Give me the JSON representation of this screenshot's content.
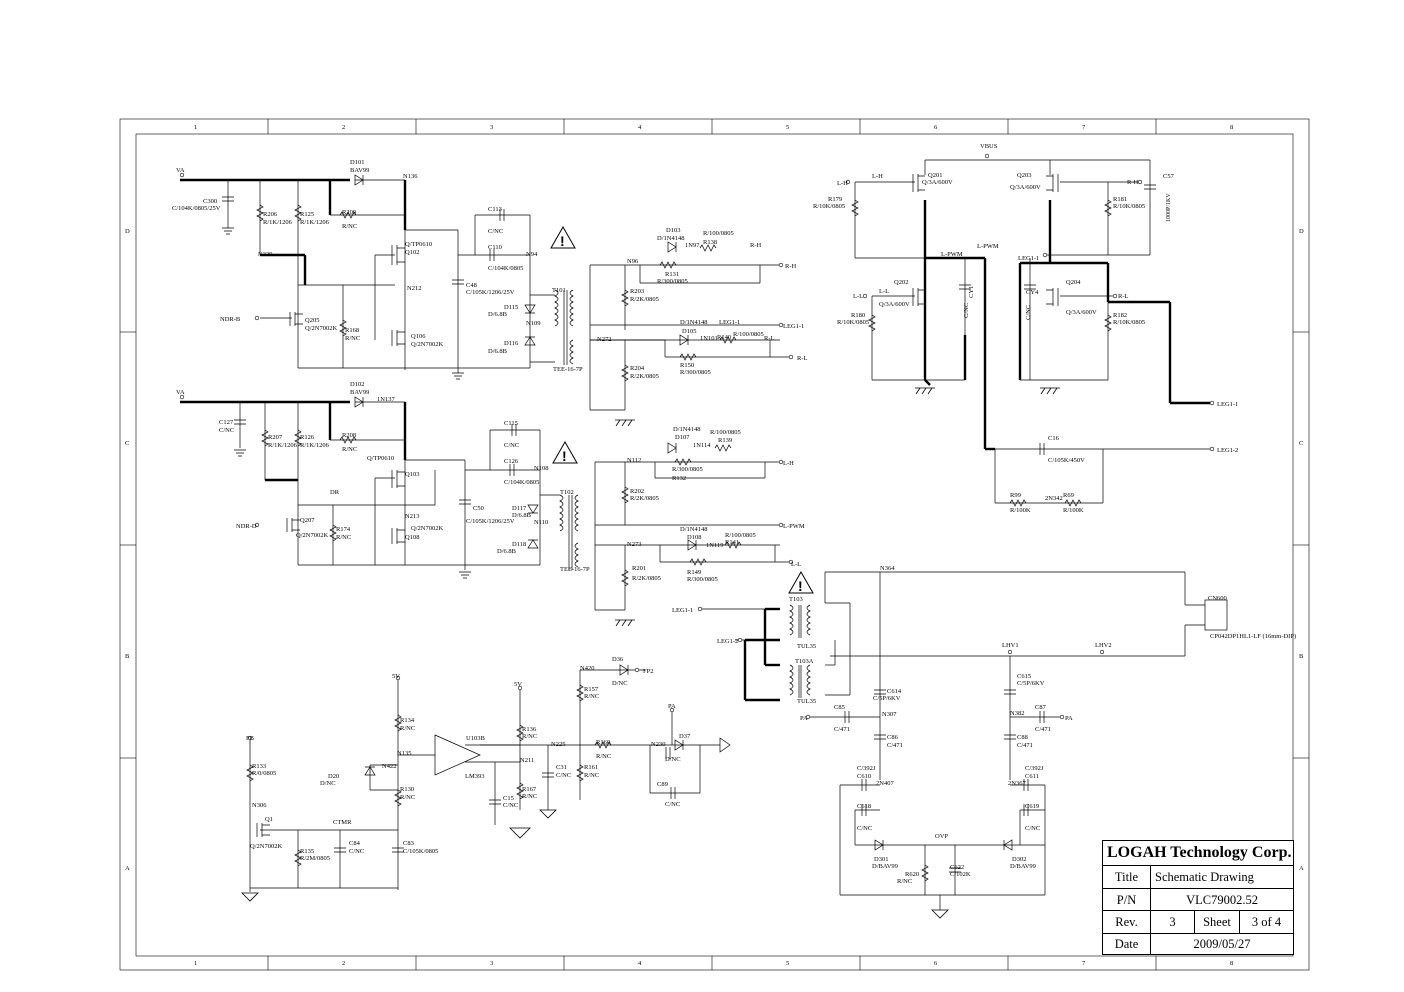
{
  "frame": {
    "col_labels": [
      "1",
      "2",
      "3",
      "4",
      "5",
      "6",
      "7",
      "8"
    ],
    "row_labels": [
      "D",
      "C",
      "B",
      "A"
    ]
  },
  "title_block": {
    "company": "LOGAH Technology Corp.",
    "title_label": "Title",
    "title_value": "Schematic Drawing",
    "pn_label": "P/N",
    "pn_value": "VLC79002.52",
    "rev_label": "Rev.",
    "rev_value": "3",
    "sheet_label": "Sheet",
    "sheet_value": "3  of  4",
    "date_label": "Date",
    "date_value": "2009/05/27"
  },
  "labels": {
    "va1": "VA",
    "d101": "D101",
    "bav99a": "BAV99",
    "n136": "N136",
    "c300": "C300",
    "c300v": "C/104K/0805/25V",
    "r206": "R206",
    "r206v": "R/1K/1206",
    "r125": "R125",
    "r125v": "R/1K/1206",
    "r209": "R209",
    "r209v": "R/NC",
    "n329": "N329",
    "q102v": "Q/TP0610",
    "q102": "Q102",
    "n212": "N212",
    "ndrb": "NDR-B",
    "q205": "Q205",
    "q205v": "Q/2N7002K",
    "r168": "R168",
    "r168v": "R/NC",
    "q106": "Q106",
    "q106v": "Q/2N7002K",
    "c113": "C113",
    "c113v": "C/NC",
    "c110": "C110",
    "c110v": "C/104K/0805",
    "n94": "N94",
    "c48": "C48",
    "c48v": "C/105K/1206/25V",
    "t101": "T101",
    "d115": "D115",
    "d115v": "D/6.8B",
    "n109": "N109",
    "d116": "D116",
    "d116v": "D/6.8B",
    "tee1": "TEE-16-7P",
    "d103": "D103",
    "d103v": "D/1N4148",
    "r138v": "R/100/0805",
    "r138": "R138",
    "rh1": "R-H",
    "n96": "N96",
    "n97": "1N97",
    "r131": "R131",
    "r131v": "R/300/0805",
    "r203": "R203",
    "r203v": "R/2K/0805",
    "d105v": "D/1N4148",
    "d105": "D105",
    "leg11a": "LEG1-1",
    "n272": "N272",
    "n101": "1N101",
    "r140": "R140",
    "r140v": "R/100/0805",
    "rl1": "R-L",
    "r150": "R150",
    "r150v": "R/300/0805",
    "r204": "R204",
    "r204v": "R/2K/0805",
    "va2": "VA",
    "d102": "D102",
    "bav99b": "BAV99",
    "n137": "1N137",
    "c127": "C127",
    "c127v": "C/NC",
    "r207": "R207",
    "r207v": "R/1K/1206",
    "r126": "R126",
    "r126v": "R/1K/1206",
    "r208": "R208",
    "r208v": "R/NC",
    "q103v": "Q/TP0610",
    "q103": "Q103",
    "dr": "DR",
    "ndrd": "NDR-D",
    "q207": "Q207",
    "q207v": "Q/2N7002K",
    "r174": "R174",
    "r174v": "R/NC",
    "n213": "N213",
    "q108v": "Q/2N7002K",
    "q108": "Q108",
    "c115": "C115",
    "c115v": "C/NC",
    "c126": "C126",
    "c126v": "C/104K/0805",
    "n108": "N108",
    "c50": "C50",
    "c50v": "C/105K/1206/25V",
    "t102": "T102",
    "d117": "D117",
    "d117v": "D/6.8B",
    "n110": "N110",
    "d118": "D118",
    "d118v": "D/6.8B",
    "tee2": "TEE-16-7P",
    "d107v": "D/1N4148",
    "d107": "D107",
    "r139v": "R/100/0805",
    "r139": "R139",
    "n114": "1N114",
    "n112": "N112",
    "lh": "L-H",
    "r132": "R132",
    "r132v": "R/300/0805",
    "r202": "R202",
    "r202v": "R/2K/0805",
    "d106v": "D/1N4148",
    "lpwm1": "L-PWM",
    "n273": "N273",
    "d108": "D108",
    "r141v": "R/100/0805",
    "r141": "R141",
    "n119": "1N119",
    "ll": "L-L",
    "r149": "R149",
    "r149v": "R/300/0805",
    "r201": "R201",
    "r201v": "R/2K/0805",
    "vbus": "VBUS",
    "lh2": "L-H",
    "lh3": "L-H",
    "q201": "Q201",
    "q201v": "Q/3A/600V",
    "r179": "R179",
    "r179v": "R/10K/0805",
    "q203": "Q203",
    "q203v": "Q/3A/600V",
    "rh2": "R-H",
    "r181": "R181",
    "r181v": "R/10K/0805",
    "c57": "C57",
    "c57v": "1000P/1KV",
    "lpwm2": "L-PWM",
    "lpwm3": "L-PWM",
    "leg11b": "LEG1-1",
    "ll2": "L-L",
    "ll3": "L-L",
    "q202": "Q202",
    "q202v": "Q/3A/600V",
    "r180": "R180",
    "r180v": "R/10K/0805",
    "cy1": "CY1",
    "cnc1": "C/NC",
    "cy4": "CY4",
    "cnc2": "C/NC",
    "q204": "Q204",
    "q204v": "Q/3A/600V",
    "rl2": "R-L",
    "r182": "R182",
    "r182v": "R/10K/0805",
    "leg11c": "LEG1-1",
    "c16": "C16",
    "c16v": "C/105K/450V",
    "leg12a": "LEG1-2",
    "r99": "R99",
    "r99v": "R/100K",
    "n342": "2N342",
    "r69": "R69",
    "r69v": "R/100K",
    "n364": "N364",
    "t103": "T103",
    "leg11d": "LEG1-1",
    "leg12b": "LEG1-2",
    "tul35a": "TUL35",
    "t103a": "T103A",
    "tul35b": "TUL35",
    "cn600": "CN600",
    "cn600v": "CP042DP1HL1-LF (16mm-DIP)",
    "lhv1": "LHV1",
    "lhv2": "LHV2",
    "c614": "C614",
    "c614v": "C/5P/6KV",
    "c615": "C615",
    "c615v": "C/5P/6KV",
    "pa1": "PA",
    "c85": "C85",
    "c85v": "C/471",
    "n307": "N307",
    "n382": "N382",
    "c87": "C87",
    "c87v": "C/471",
    "pa2": "PA",
    "c86": "C86",
    "c86v": "C/471",
    "c88": "C88",
    "c88v": "C/471",
    "c610v": "C/392J",
    "c610": "C610",
    "n407": "2N407",
    "c611v": "C/392J",
    "c611": "C611",
    "n367": "2N367",
    "c618": "C618",
    "c618v": "C/NC",
    "c619": "C619",
    "c619v": "C/NC",
    "ovp": "OVP",
    "d301": "D301",
    "d301v": "D/BAV99",
    "d302": "D302",
    "d302v": "D/BAV99",
    "r620": "R620",
    "r620v": "R/NC",
    "c622": "C622",
    "c622v": "C/102K",
    "v5a": "5V",
    "v5b": "5V",
    "r134": "R134",
    "r134v": "R/NC",
    "n135": "N135",
    "u103b": "U103B",
    "lm393": "LM393",
    "r136": "R136",
    "r136v": "R/NC",
    "n211": "N211",
    "n225": "N225",
    "r160": "R160",
    "r160v": "R/NC",
    "n420": "N420",
    "d36": "D36",
    "d36v": "D/NC",
    "fp2": "FP2",
    "r157": "R157",
    "r157v": "R/NC",
    "pa3": "PA",
    "n230": "N230",
    "d37": "D37",
    "d37v": "D/NC",
    "c89": "C89",
    "c89v": "C/NC",
    "c31": "C31",
    "c31v": "C/NC",
    "r161": "R161",
    "r161v": "R/NC",
    "c15": "C15",
    "c15v": "C/NC",
    "r167": "R167",
    "r167v": "R/NC",
    "fb": "FB",
    "r133": "R133",
    "r133v": "R/0/0805",
    "n306": "N306",
    "d20": "D20",
    "d20v": "D/NC",
    "n422": "N422",
    "r130": "R130",
    "r130v": "R/NC",
    "q1": "Q1",
    "q1v": "Q/2N7002K",
    "ctmr": "CTMR",
    "r135": "R135",
    "r135v": "R/2M/0805",
    "c84": "C84",
    "c84v": "C/NC",
    "c83": "C83",
    "c83v": "C/105K/0805"
  }
}
